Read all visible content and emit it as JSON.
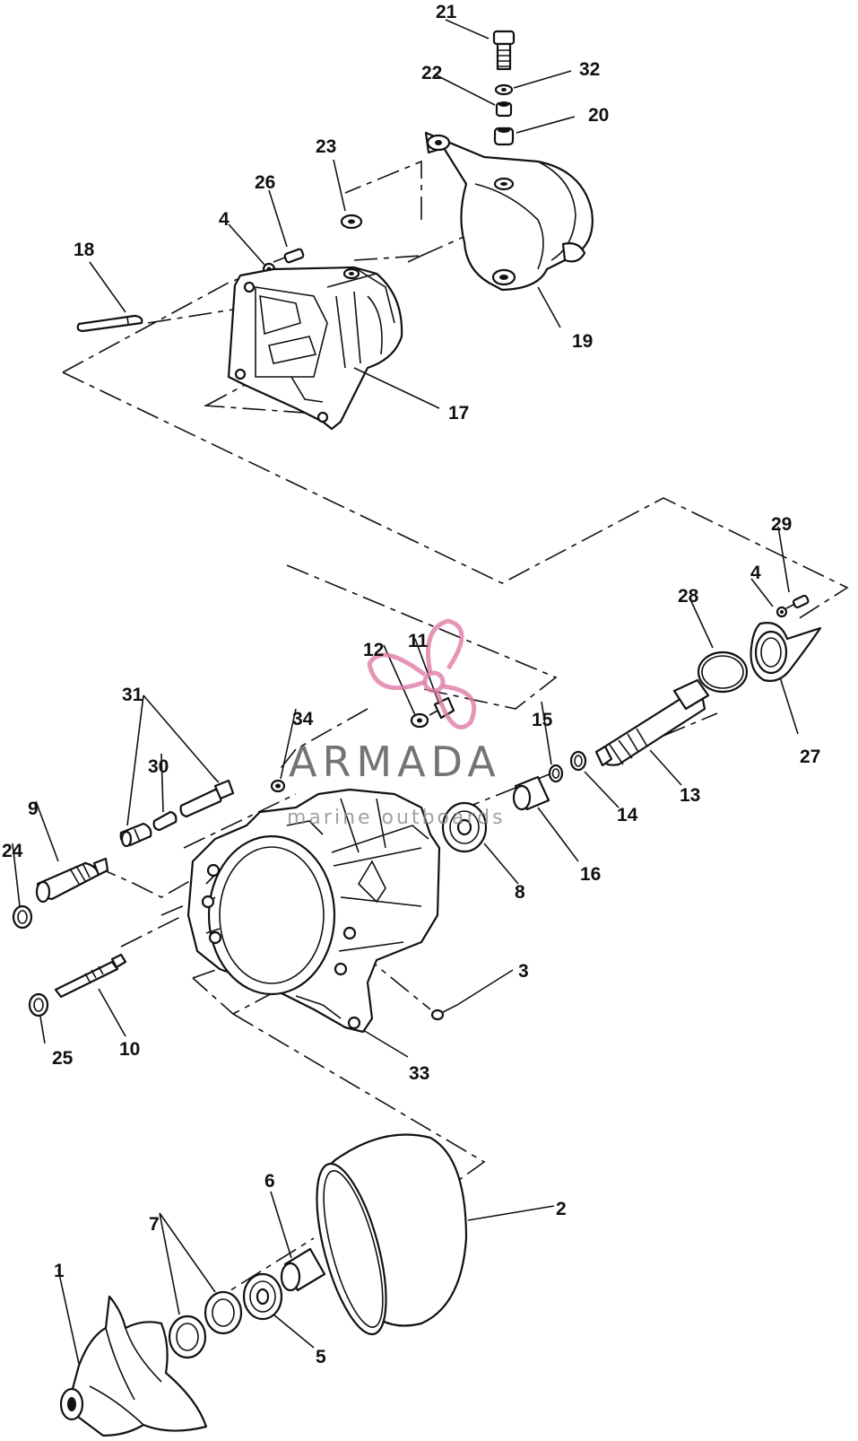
{
  "watermark": {
    "brand": "ARMADA",
    "tagline": "marine outboards",
    "logo_color": "#e07aa6",
    "text_color": "#5c5c5c"
  },
  "callouts": {
    "p1": "1",
    "p2": "2",
    "p3": "3",
    "p4a": "4",
    "p4b": "4",
    "p5": "5",
    "p6": "6",
    "p7": "7",
    "p8": "8",
    "p9": "9",
    "p10": "10",
    "p11": "11",
    "p12": "12",
    "p13": "13",
    "p14": "14",
    "p15": "15",
    "p16": "16",
    "p17": "17",
    "p18": "18",
    "p19": "19",
    "p20": "20",
    "p21": "21",
    "p22": "22",
    "p23": "23",
    "p24": "24",
    "p25": "25",
    "p26": "26",
    "p27": "27",
    "p28": "28",
    "p29": "29",
    "p30": "30",
    "p31": "31",
    "p32": "32",
    "p33": "33",
    "p34": "34"
  }
}
